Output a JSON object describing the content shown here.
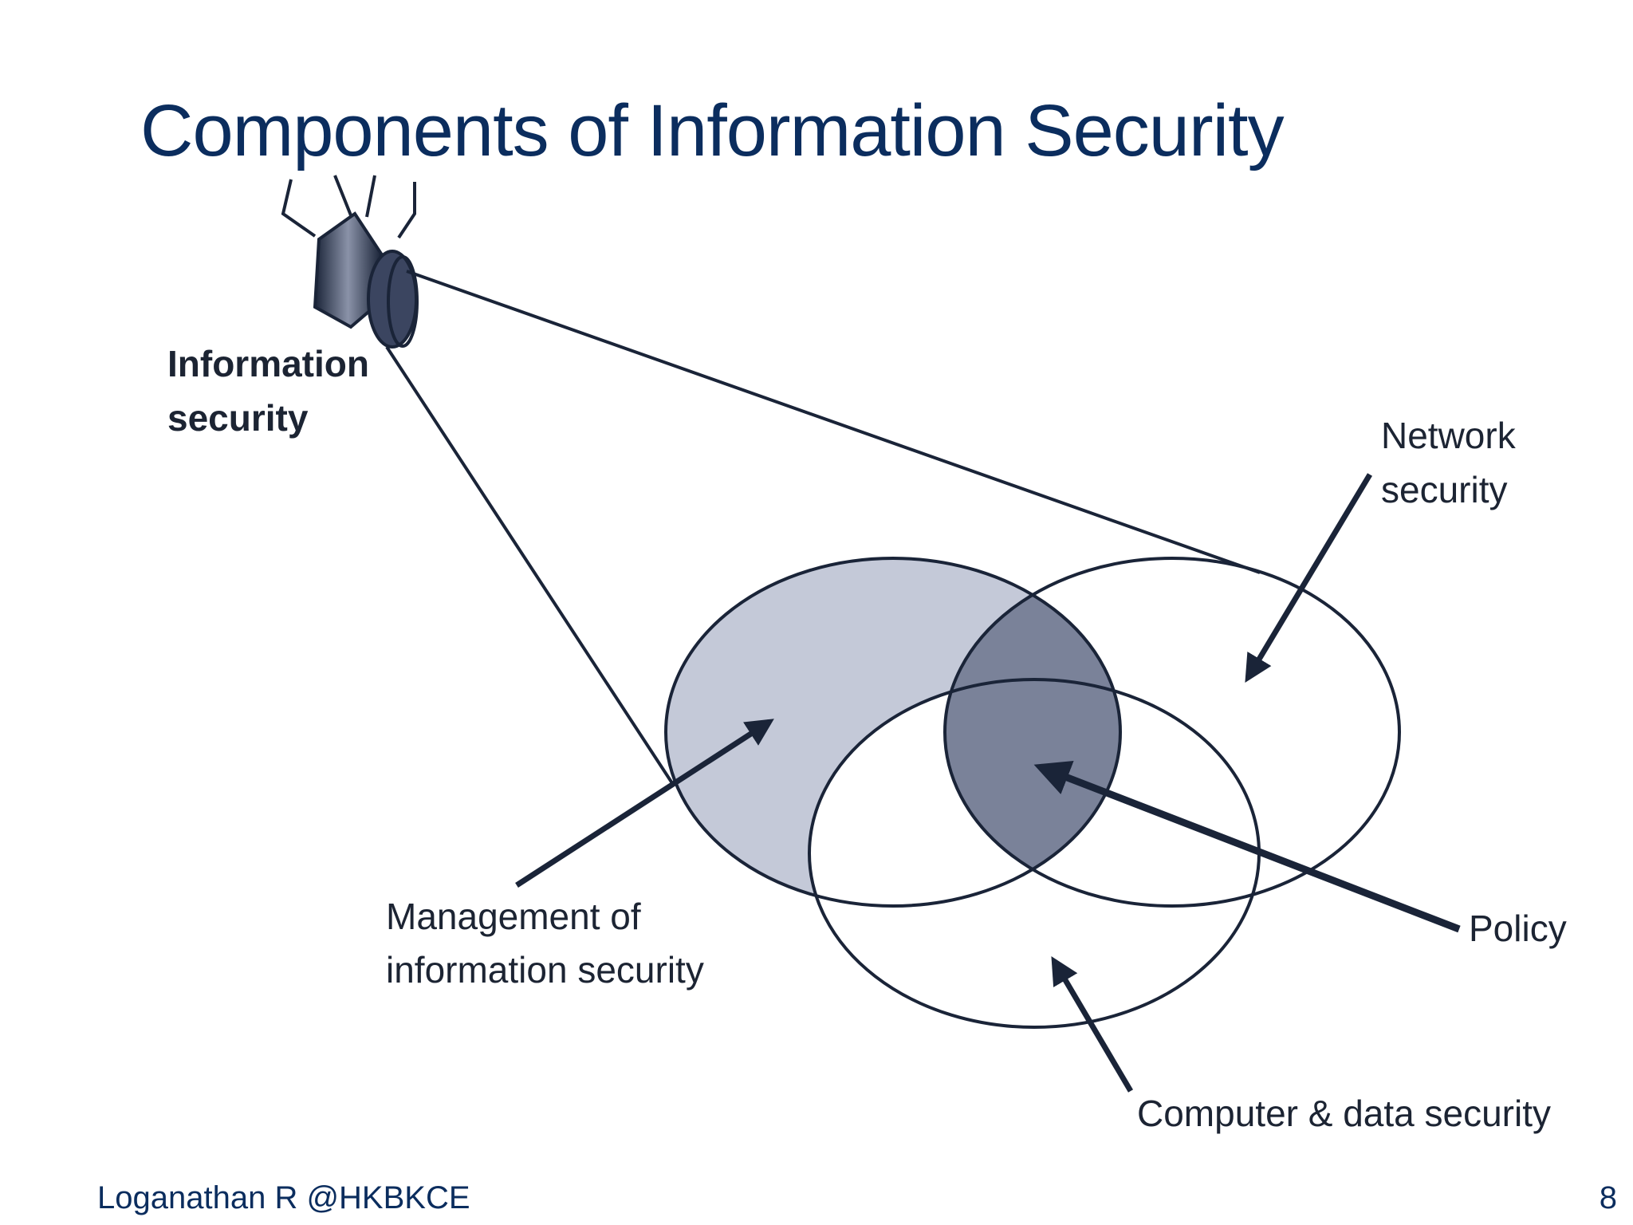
{
  "slide": {
    "title": "Components of Information Security",
    "author": "Loganathan R @HKBKCE",
    "page_number": "8"
  },
  "diagram": {
    "labels": {
      "information_security_line1": "Information",
      "information_security_line2": "security",
      "network_security_line1": "Network",
      "network_security_line2": "security",
      "management_line1": "Management of",
      "management_line2": "information security",
      "policy": "Policy",
      "computer_data_security": "Computer & data security"
    },
    "colors": {
      "title": "#0b2d5e",
      "outline": "#1a2438",
      "management_fill": "#c4c9d8",
      "policy_fill": "#7a8299"
    }
  }
}
